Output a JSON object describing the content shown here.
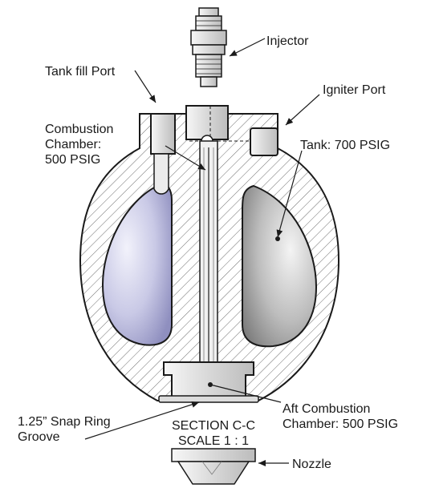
{
  "labels": {
    "injector": "Injector",
    "tank_fill_port": "Tank fill Port",
    "igniter_port": "Igniter Port",
    "combustion_chamber": [
      "Combustion",
      "Chamber:",
      "500 PSIG"
    ],
    "tank": "Tank: 700 PSIG",
    "aft_combustion_chamber": [
      "Aft Combustion",
      "Chamber: 500 PSIG"
    ],
    "snap_ring_groove": [
      "1.25” Snap Ring",
      "Groove"
    ],
    "section": [
      "SECTION C-C",
      "SCALE 1 : 1"
    ],
    "nozzle": "Nozzle"
  },
  "colors": {
    "outline": "#1a1a1a",
    "hatch": "#6e6e6e",
    "cavity_fill": "#a9a9d4",
    "cavity_highlight": "#f2f2fb",
    "gray_fill": "#8f8f8f",
    "gray_highlight": "#f4f4f4",
    "part_fill": "#e9e9e9"
  }
}
